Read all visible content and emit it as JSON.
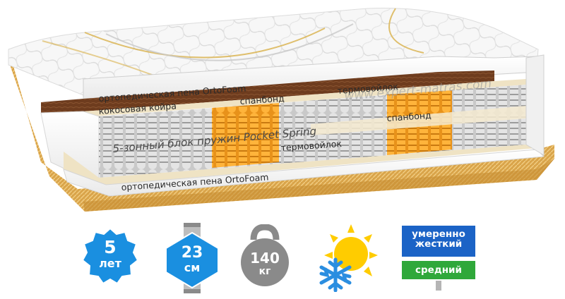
{
  "watermark": "www.expert-matras.com",
  "layers": {
    "ortofoam_top": "ортопедическая пена OrtoFoam",
    "coconut": "кокосовая койра",
    "spunbond_top": "спанбонд",
    "felt_top": "термовойлок",
    "spring_block": "5-зонный блок пружин Pocket Spring",
    "spunbond_bottom": "спанбонд",
    "felt_bottom": "термовойлок",
    "ortofoam_bottom": "ортопедическая пена OrtoFoam"
  },
  "badges": {
    "warranty": {
      "value": "5",
      "unit": "лет"
    },
    "height": {
      "value": "23",
      "unit": "см"
    },
    "max_weight": {
      "value": "140",
      "unit": "кг"
    },
    "season": {
      "icon": "sun-snowflake-icon"
    },
    "firmness": {
      "line1": "умеренно",
      "line2": "жесткий",
      "line3": "средний"
    }
  },
  "colors": {
    "badge_blue": "#1a8fe0",
    "badge_gray": "#8a8a8a",
    "sun_yellow": "#ffcc00",
    "firm_blue": "#1b63c6",
    "firm_green": "#2fa83a",
    "spring_orange": "#f5a623",
    "coconut_brown": "#6b3b1f",
    "felt_beige": "#efe3c4"
  }
}
